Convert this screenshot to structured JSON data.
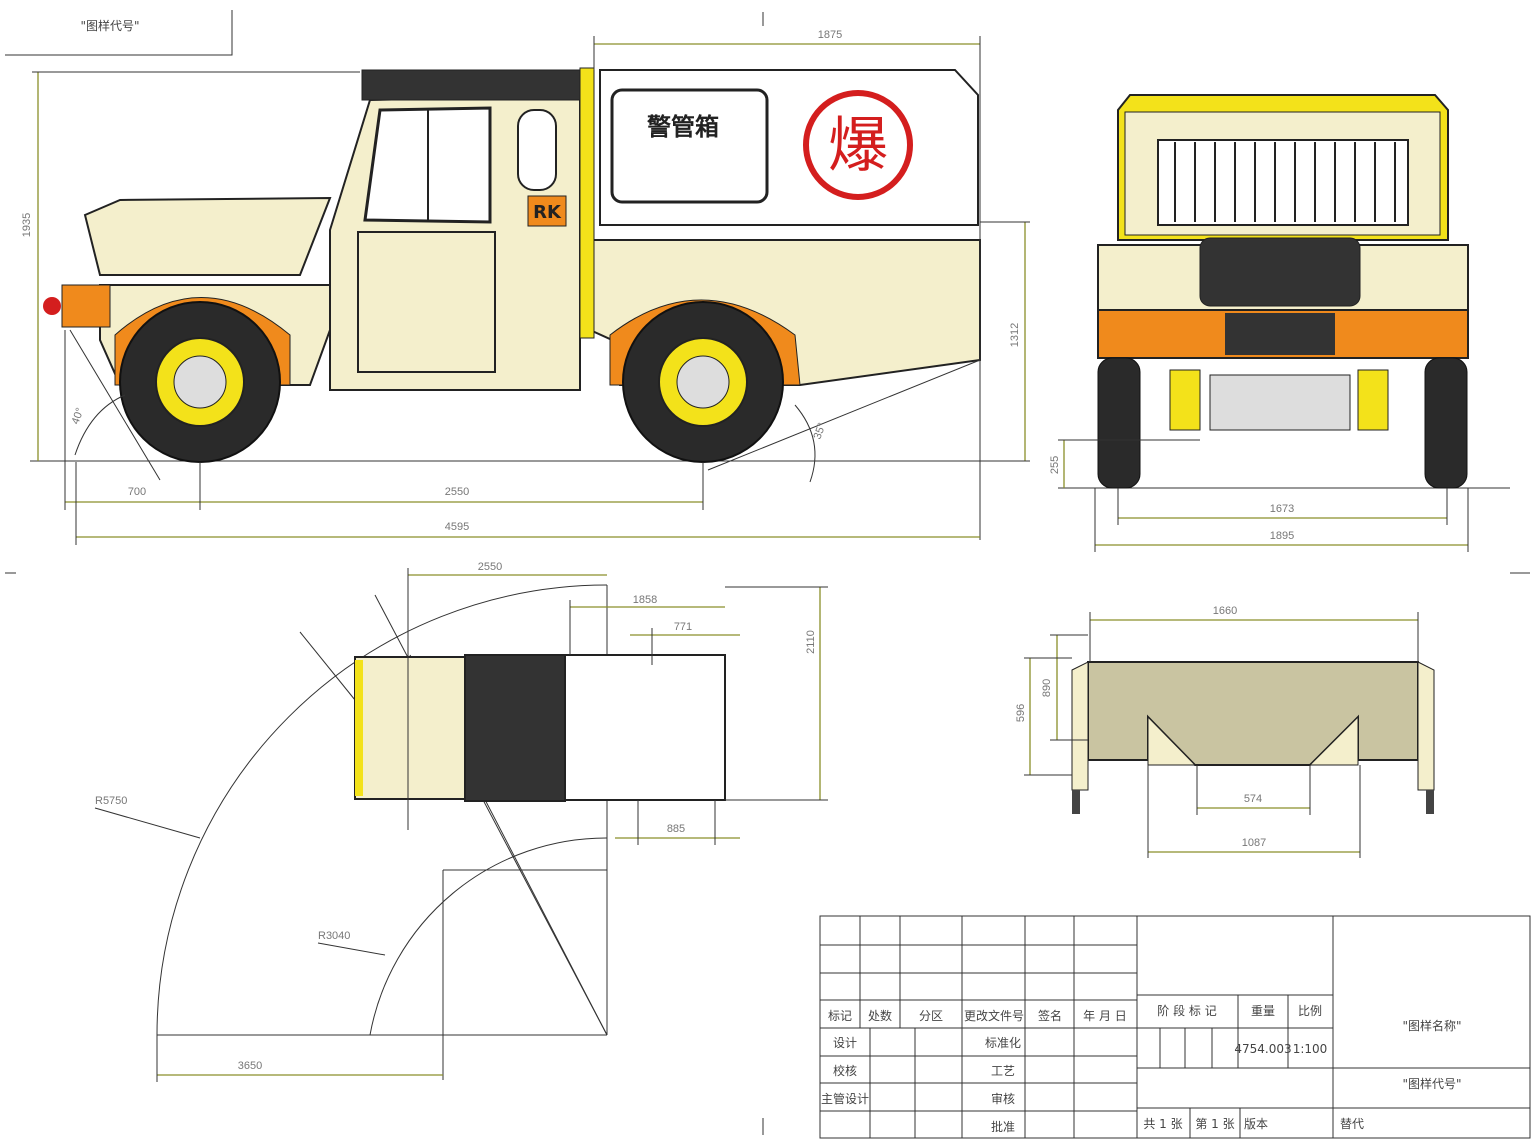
{
  "corner_tag": "\"图样代号\"",
  "side_view": {
    "dims": {
      "height_total": "1935",
      "front_overhang": "700",
      "wheelbase": "2550",
      "length_total": "4595",
      "box_length": "1875",
      "box_height": "1312",
      "approach_angle": "40°",
      "departure_angle": "35°"
    },
    "box_label": "警管箱",
    "explosive_symbol": "爆",
    "badge": "RK"
  },
  "front_view": {
    "dims": {
      "ground_clearance": "255",
      "track": "1673",
      "width_total": "1895"
    }
  },
  "top_view": {
    "dims": {
      "top_2550": "2550",
      "box_1858": "1858",
      "inner_771": "771",
      "width_2110": "2110",
      "bottom_885": "885",
      "radius_outer": "R5750",
      "radius_inner": "R3040",
      "offset_3650": "3650"
    }
  },
  "section_view": {
    "dims": {
      "top_width": "1660",
      "height_890": "890",
      "height_596": "596",
      "bottom_574": "574",
      "base_1087": "1087"
    }
  },
  "title_block": {
    "headers": [
      "标记",
      "处数",
      "分区",
      "更改文件号",
      "签名",
      "年 月 日"
    ],
    "row_design": "设计",
    "row_standard": "标准化",
    "row_check": "校核",
    "row_process": "工艺",
    "row_chief": "主管设计",
    "row_review": "审核",
    "row_approve": "批准",
    "stage_mark": "阶 段 标 记",
    "weight_label": "重量",
    "scale_label": "比例",
    "weight_value": "4754.003",
    "scale_value": "1:100",
    "drawing_name": "\"图样名称\"",
    "drawing_code": "\"图样代号\"",
    "sheets_total": "共 1 张",
    "sheet_number": "第 1 张",
    "version": "版本",
    "replaces": "替代"
  },
  "colors": {
    "body": "#f4efcc",
    "orange": "#f08a1c",
    "yellow": "#f3e21a",
    "tire": "#2a2a2a",
    "red": "#d41e1e",
    "dim_line": "#8a8f2a",
    "cab_dark": "#333333",
    "box_fill": "#c9c4a1"
  }
}
